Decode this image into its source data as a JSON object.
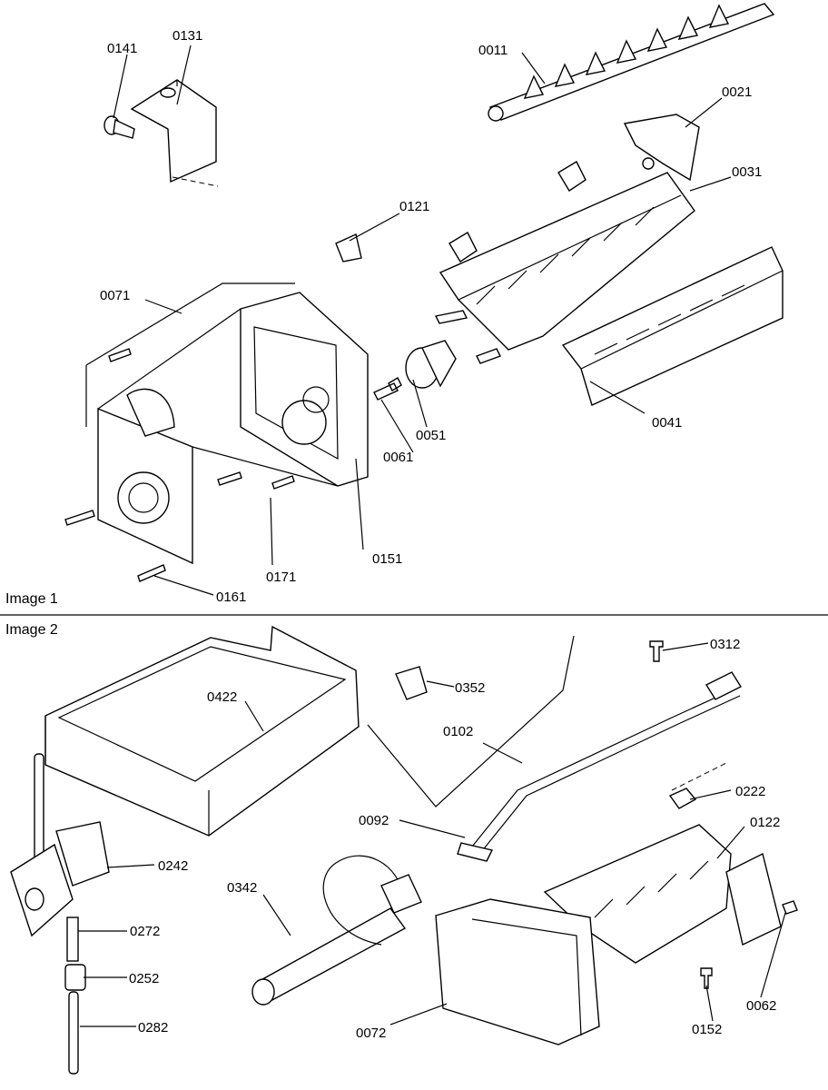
{
  "panels": [
    {
      "caption": "Image 1",
      "callouts": [
        "0141",
        "0131",
        "0011",
        "0021",
        "0031",
        "0121",
        "0071",
        "0051",
        "0061",
        "0041",
        "0151",
        "0171",
        "0161"
      ]
    },
    {
      "caption": "Image 2",
      "callouts": [
        "0312",
        "0352",
        "0422",
        "0102",
        "0222",
        "0092",
        "0122",
        "0242",
        "0342",
        "0272",
        "0252",
        "0062",
        "0072",
        "0152",
        "0282"
      ]
    }
  ],
  "colors": {
    "ink": "#000000",
    "paper": "#ffffff",
    "shade": "#e9e9e9",
    "dark": "#bdbdbd"
  }
}
